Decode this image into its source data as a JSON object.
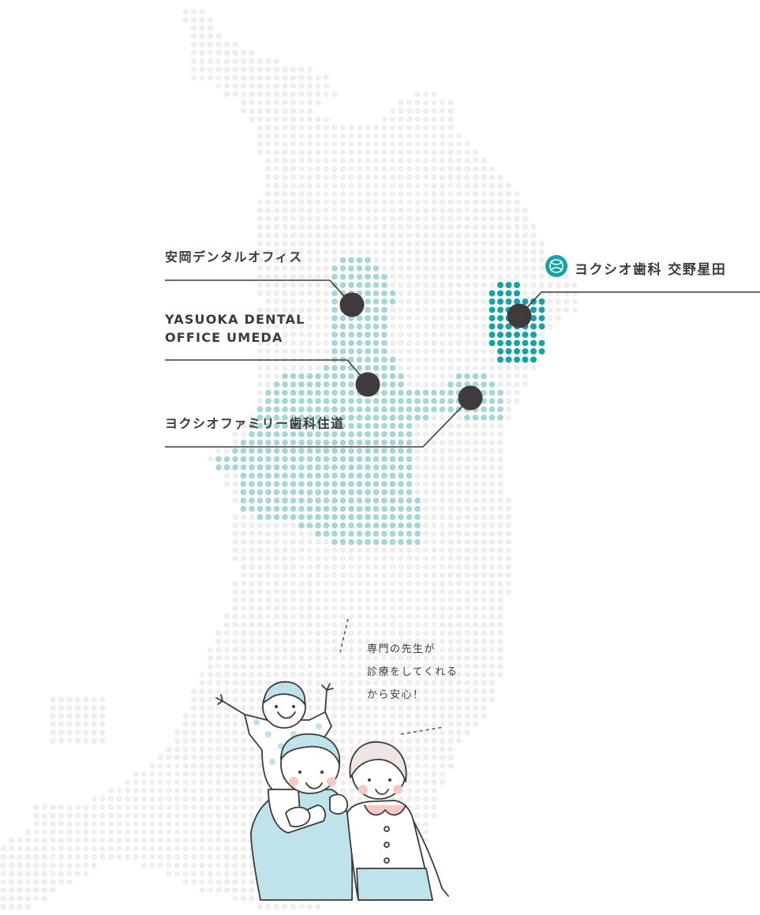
{
  "map": {
    "colors": {
      "background_dot": "#efeeec",
      "region_dot": "#a9d5d8",
      "accent_dot": "#14a3a9",
      "pin": "#3f3b3c",
      "line": "#3f3b3c"
    }
  },
  "locations": [
    {
      "id": "yasuoka-office",
      "name": "安岡デンタルオフィス"
    },
    {
      "id": "yasuoka-umeda",
      "name_line1": "YASUOKA DENTAL",
      "name_line2": "OFFICE UMEDA"
    },
    {
      "id": "yokushio-sumimichi",
      "name": "ヨクシオファミリー歯科住道"
    },
    {
      "id": "yokushio-katano",
      "name": "ヨクシオ歯科 交野星田",
      "logo": "yokushio-logo-icon"
    }
  ],
  "speech_bubble": {
    "lines": [
      "専門の先生が",
      "診療をしてくれる",
      "から安心！"
    ]
  },
  "illustration": {
    "name": "family-illustration",
    "colors": {
      "shirt_blue": "#bfe3ea",
      "skin": "#ffffff",
      "outline": "#3d3a3a",
      "cheek": "#f6c9c4"
    }
  }
}
